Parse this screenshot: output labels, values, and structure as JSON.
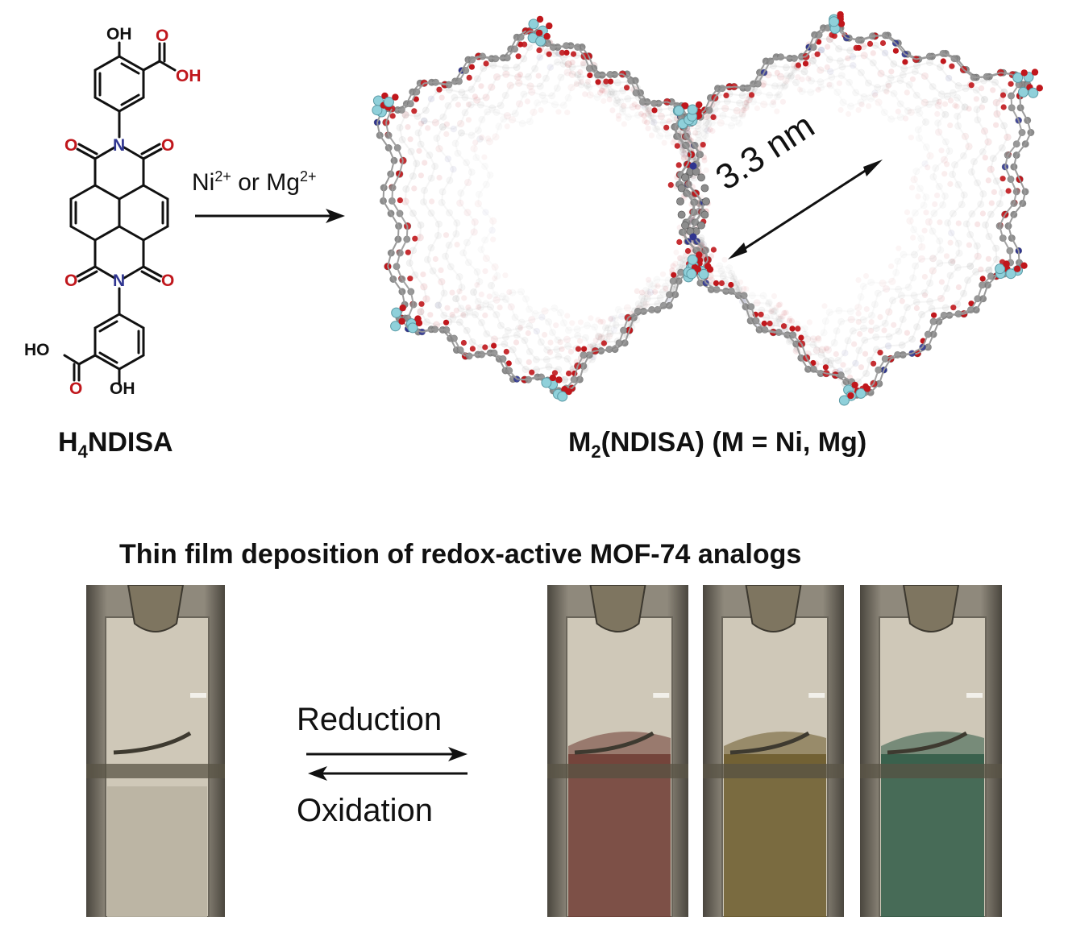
{
  "ligand": {
    "name_main": "H",
    "name_sub": "4",
    "name_rest": "NDISA",
    "atoms": {
      "oh_top": "OH",
      "o_top": "O",
      "oh_top_acid": "OH",
      "n_top": "N",
      "o_imide_tl": "O",
      "o_imide_tr": "O",
      "n_bottom": "N",
      "o_imide_bl": "O",
      "o_imide_br": "O",
      "ho_bottom": "HO",
      "o_bottom": "O",
      "oh_bottom": "OH"
    }
  },
  "reaction": {
    "ni": "Ni",
    "ni_charge": "2+",
    "or": "or",
    "mg": "Mg",
    "mg_charge": "2+"
  },
  "framework": {
    "pore_size": "3.3 nm",
    "name_main": "M",
    "name_sub": "2",
    "name_rest": "(NDISA) (M = Ni, Mg)"
  },
  "section_title": "Thin film deposition of redox-active MOF-74 analogs",
  "redox": {
    "forward": "Reduction",
    "reverse": "Oxidation"
  },
  "colors": {
    "oxygen": "#c0171c",
    "nitrogen": "#2f3590",
    "carbon": "#8c8c8c",
    "metal": "#8fd0da",
    "film_red": "#6e3b32",
    "film_yellow": "#6b5a2a",
    "film_green": "#2f5a45"
  }
}
